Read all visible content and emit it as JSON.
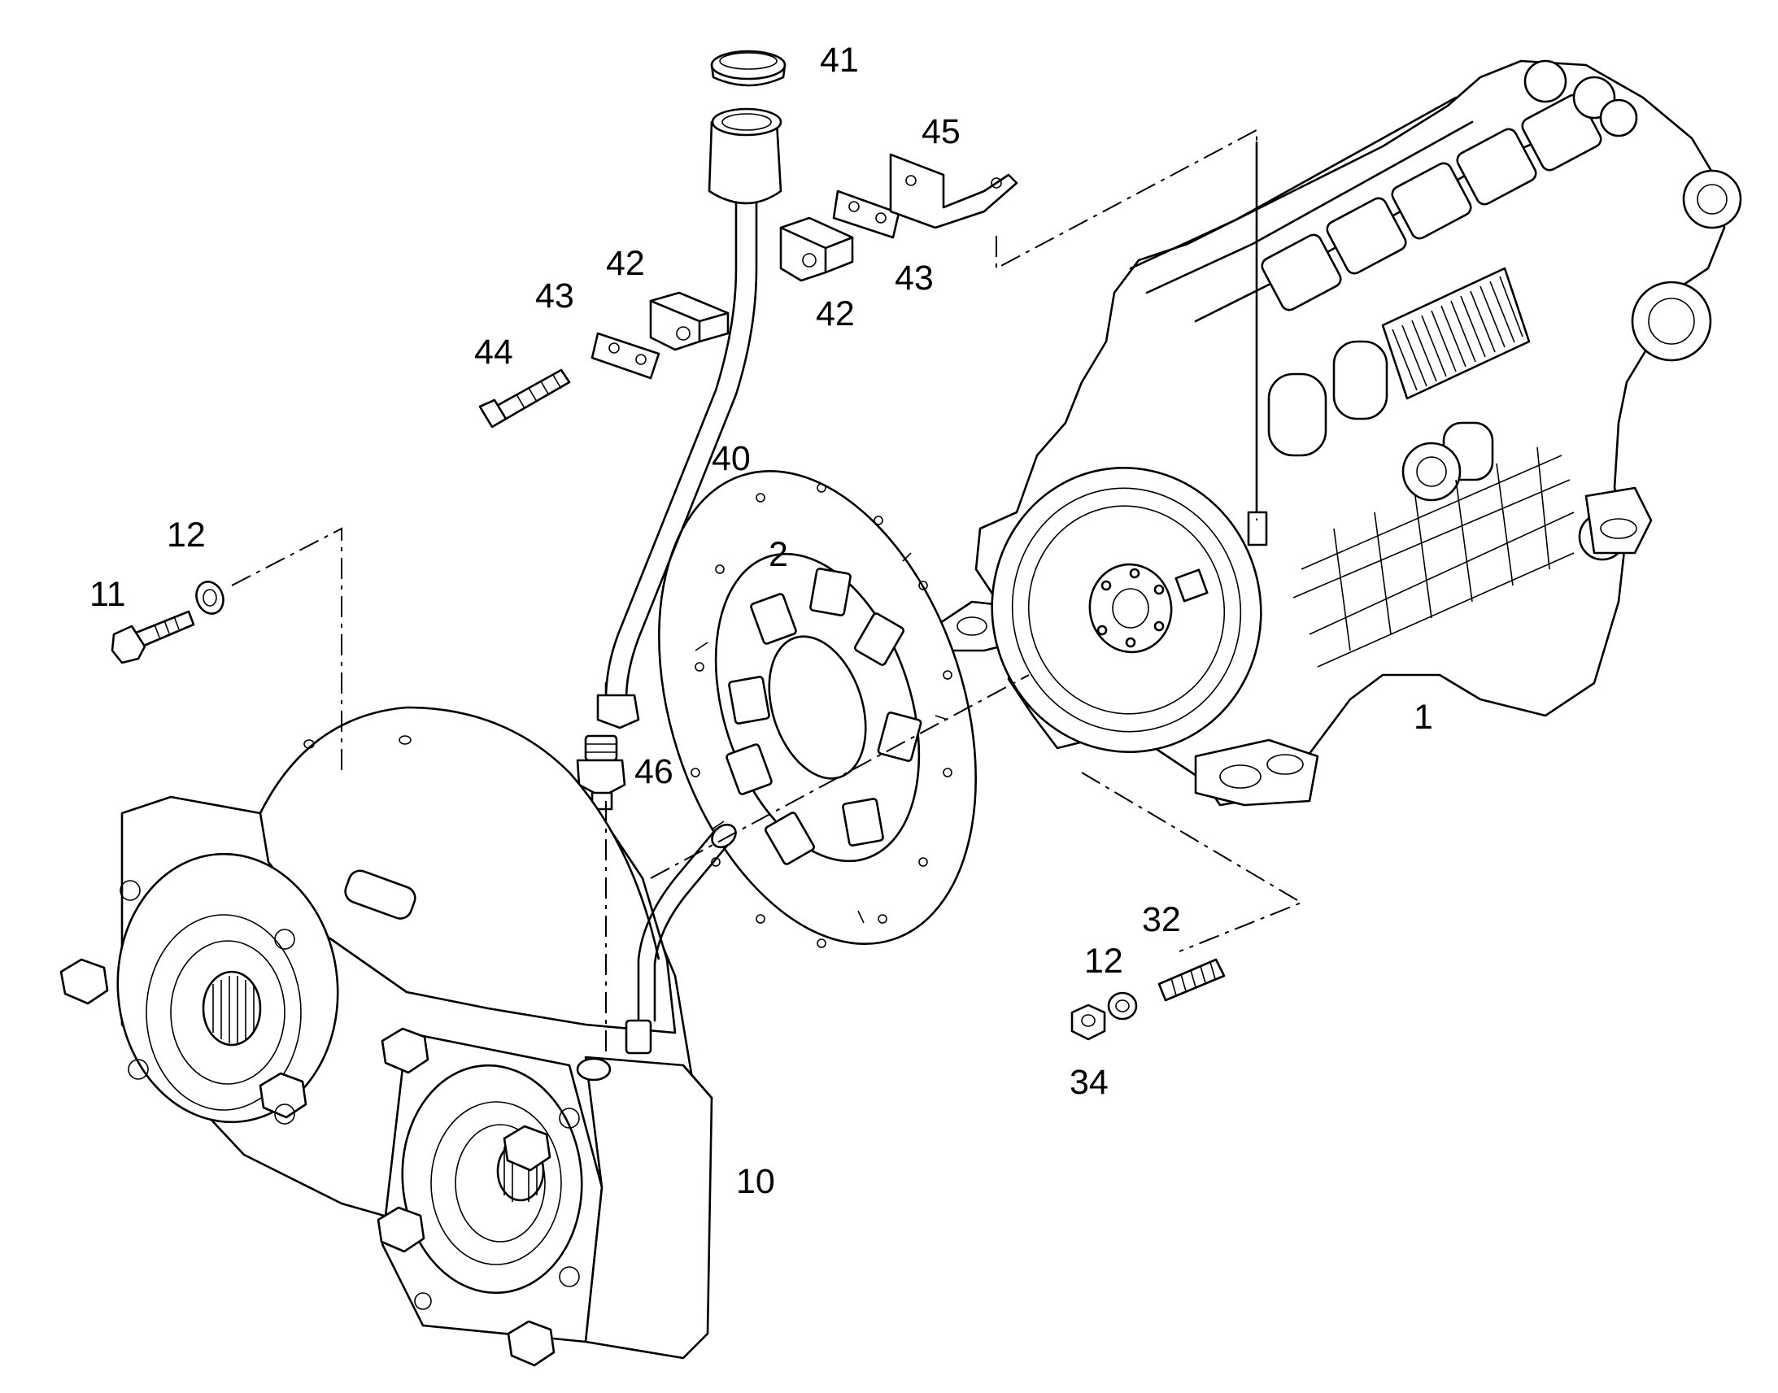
{
  "callouts": {
    "c1": "1",
    "c2": "2",
    "c10": "10",
    "c11": "11",
    "c12a": "12",
    "c12b": "12",
    "c32": "32",
    "c34": "34",
    "c40": "40",
    "c41": "41",
    "c42a": "42",
    "c42b": "42",
    "c43a": "43",
    "c43b": "43",
    "c44": "44",
    "c45": "45",
    "c46": "46"
  }
}
